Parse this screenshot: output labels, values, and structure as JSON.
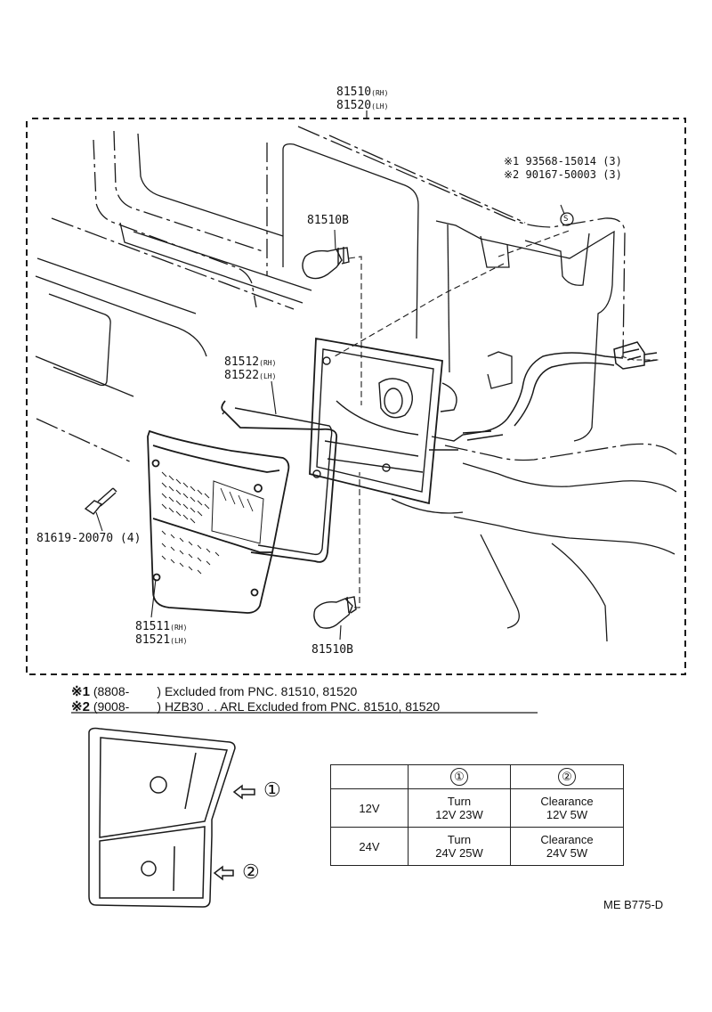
{
  "labels": {
    "assy_rh": "81510",
    "assy_rh_side": "(RH)",
    "assy_lh": "81520",
    "assy_lh_side": "(LH)",
    "screw_note1_mark": "※1",
    "screw_note1": "93568-15014 (3)",
    "screw_note2_mark": "※2",
    "screw_note2": "90167-50003 (3)",
    "screw_symbol": "S",
    "bulb_top": "81510B",
    "bulb_bottom": "81510B",
    "gasket_rh": "81512",
    "gasket_rh_side": "(RH)",
    "gasket_lh": "81522",
    "gasket_lh_side": "(LH)",
    "screw_part": "81619-20070 (4)",
    "lens_rh": "81511",
    "lens_rh_side": "(RH)",
    "lens_lh": "81521",
    "lens_lh_side": "(LH)"
  },
  "notes": [
    {
      "mark": "※1",
      "text": "(8808-        ) Excluded from PNC. 81510, 81520"
    },
    {
      "mark": "※2",
      "text": "(9008-        ) HZB30 . . ARL Excluded from PNC. 81510, 81520"
    }
  ],
  "inset": {
    "callout1": "①",
    "callout2": "②"
  },
  "spec_table": {
    "header": [
      "",
      "①",
      "②"
    ],
    "rows": [
      {
        "voltage": "12V",
        "turn": "Turn",
        "turn_spec": "12V 23W",
        "clear": "Clearance",
        "clear_spec": "12V 5W"
      },
      {
        "voltage": "24V",
        "turn": "Turn",
        "turn_spec": "24V 25W",
        "clear": "Clearance",
        "clear_spec": "24V 5W"
      }
    ]
  },
  "figure_code": "ME B775-D"
}
